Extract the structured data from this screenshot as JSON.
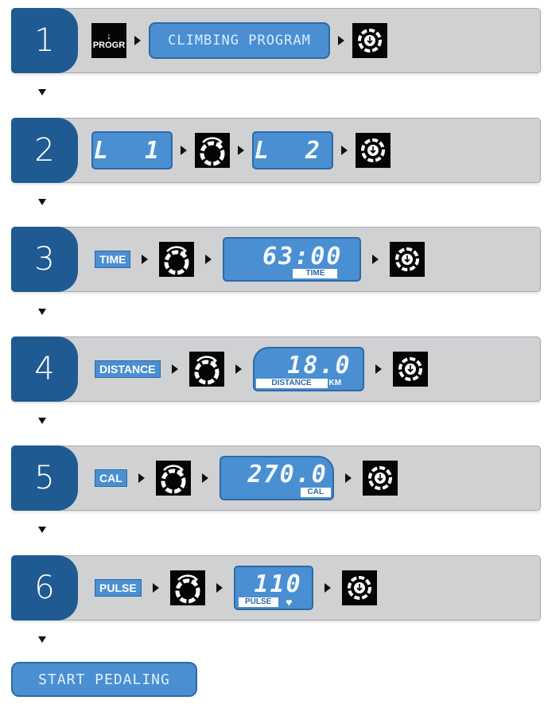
{
  "steps": [
    {
      "number": "1",
      "progr_label": "PROGR",
      "display": "CLIMBING PROGRAM"
    },
    {
      "number": "2",
      "display_a": "L 1",
      "display_b": "L 2"
    },
    {
      "number": "3",
      "tag": "TIME",
      "display": "63:00",
      "display_label": "TIME"
    },
    {
      "number": "4",
      "tag": "DISTANCE",
      "display": "18.0",
      "display_label": "DISTANCE",
      "unit": "KM"
    },
    {
      "number": "5",
      "tag": "CAL",
      "display": "270.0",
      "display_label": "CAL"
    },
    {
      "number": "6",
      "tag": "PULSE",
      "display": "110",
      "display_label": "PULSE"
    }
  ],
  "start_button": "START PEDALING",
  "icons": [
    "enter-icon",
    "dial-rotate-icon",
    "arrow-right-icon",
    "arrow-down-icon"
  ],
  "colors": {
    "accent": "#1f5b92",
    "lcd": "#4a8fd1",
    "panel": "#d0d1d3"
  }
}
